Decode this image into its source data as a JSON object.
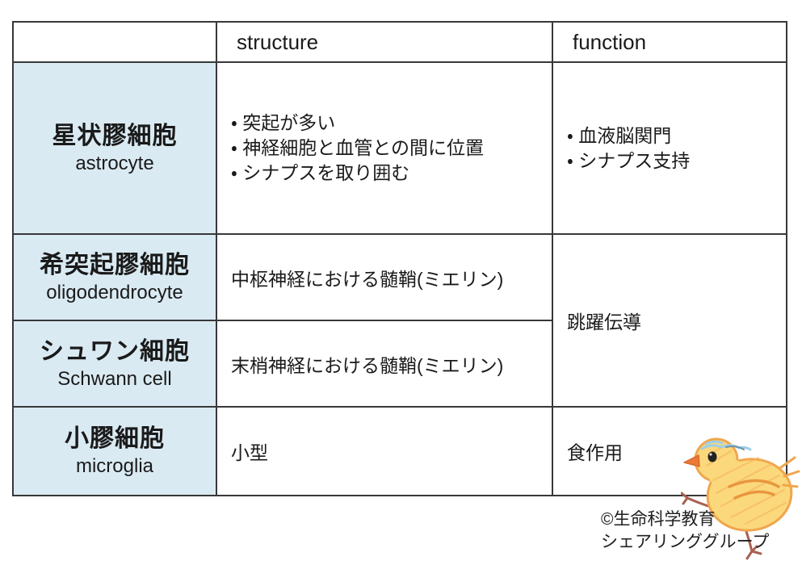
{
  "table": {
    "header": {
      "blank": "",
      "structure": "structure",
      "function": "function"
    },
    "rows": [
      {
        "name_ja": "星状膠細胞",
        "name_en": "astrocyte",
        "structure_items": [
          "・ 突起が多い",
          "・ 神経細胞と血管との間に位置",
          "・ シナプスを取り囲む"
        ],
        "function_items": [
          "・ 血液脳関門",
          "・ シナプス支持"
        ]
      },
      {
        "name_ja": "希突起膠細胞",
        "name_en": "oligodendrocyte",
        "structure_text": "中枢神経における髄鞘(ミエリン)",
        "function_merged": "跳躍伝導"
      },
      {
        "name_ja": "シュワン細胞",
        "name_en": "Schwann cell",
        "structure_text": "末梢神経における髄鞘(ミエリン)"
      },
      {
        "name_ja": "小膠細胞",
        "name_en": "microglia",
        "structure_text": "小型",
        "function_text": "食作用"
      }
    ]
  },
  "credit": {
    "line1": "©生命科学教育",
    "line2": "シェアリンググループ"
  },
  "mascot": {
    "name": "chick-crayon-drawing"
  },
  "colors": {
    "cell_highlight": "#daeaf3",
    "border": "#383838",
    "text": "#1a1a1a",
    "chick_body": "#fbd87b",
    "chick_shade": "#f0a64e",
    "chick_wing": "#e9963f",
    "chick_beak": "#ea7a36",
    "chick_tuft": "#9ccfe8",
    "chick_legs": "#a96052"
  }
}
